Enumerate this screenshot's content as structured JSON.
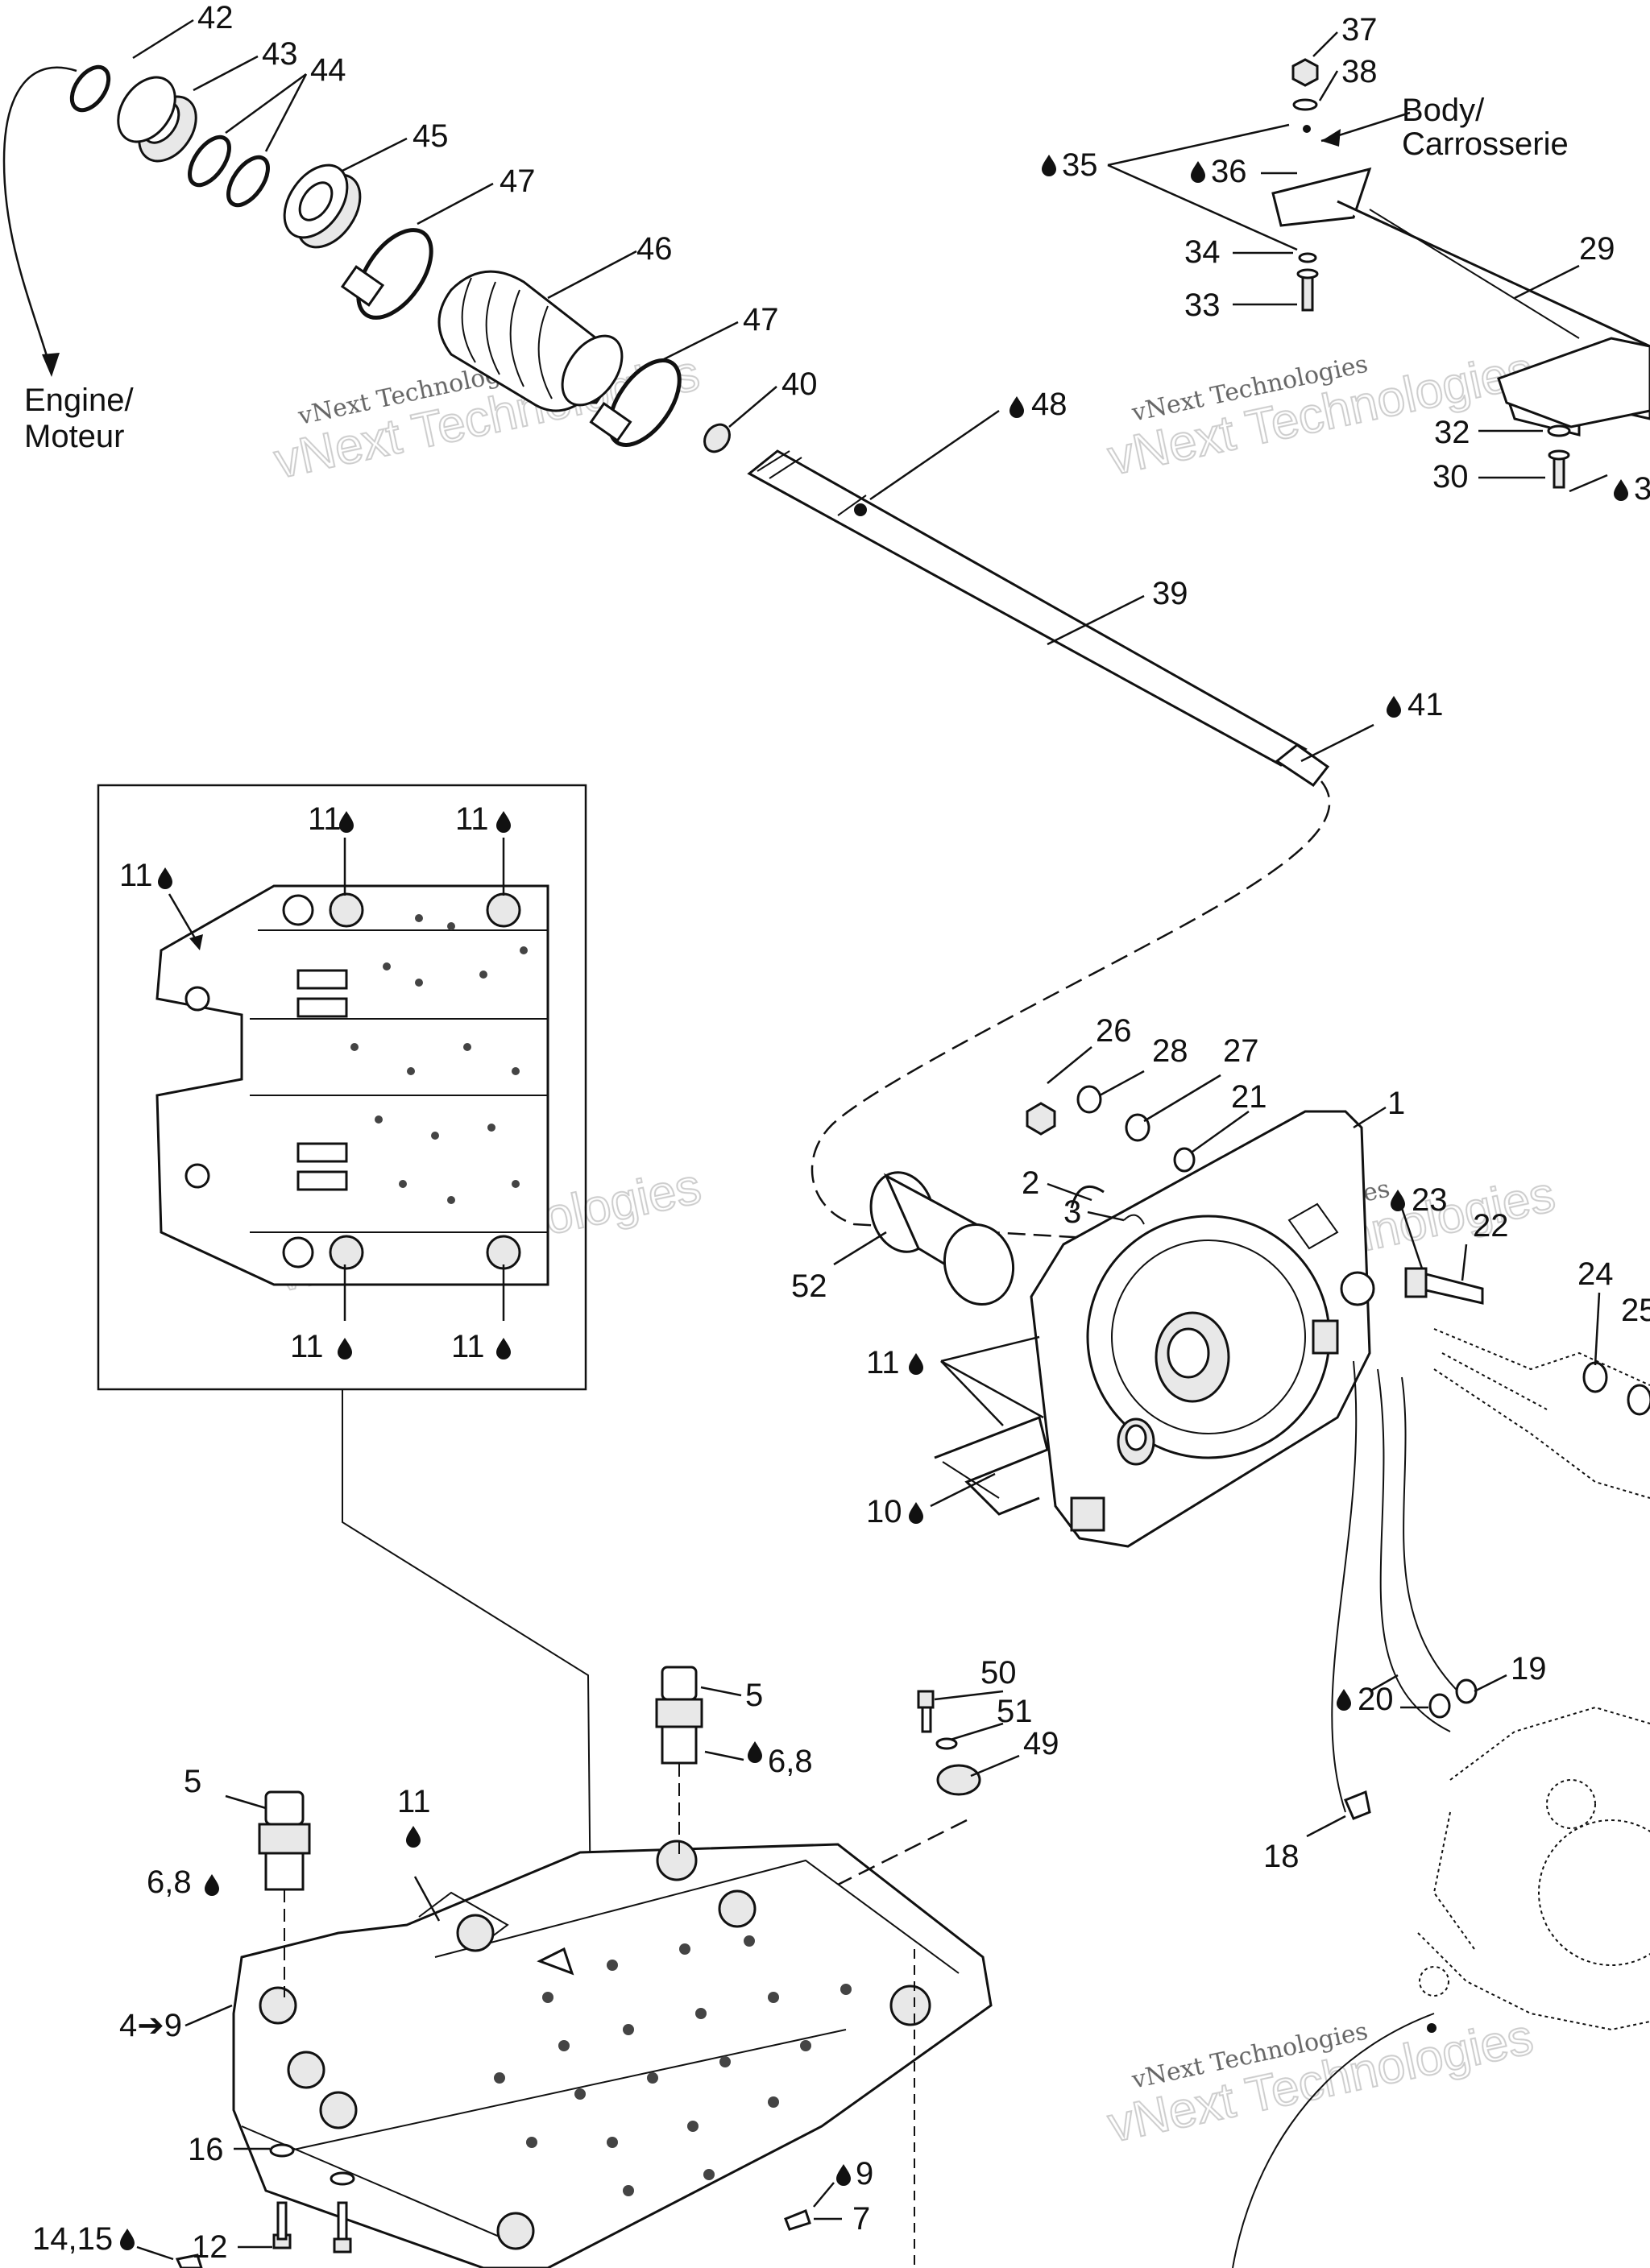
{
  "callouts": {
    "c42": "42",
    "c43": "43",
    "c44": "44",
    "c45": "45",
    "c47a": "47",
    "c46": "46",
    "c47b": "47",
    "c40": "40",
    "c48": "48",
    "c39": "39",
    "c41": "41",
    "c37": "37",
    "c38": "38",
    "c35": "35",
    "c36": "36",
    "c34": "34",
    "c33": "33",
    "c29": "29",
    "c32": "32",
    "c30": "30",
    "c31": "3",
    "c26": "26",
    "c28": "28",
    "c27": "27",
    "c21": "21",
    "c1": "1",
    "c2": "2",
    "c3": "3",
    "c23": "23",
    "c22": "22",
    "c24": "24",
    "c25": "25",
    "c52": "52",
    "c11j": "11",
    "c10": "10",
    "c19": "19",
    "c20": "20",
    "c18": "18",
    "c50": "50",
    "c51": "51",
    "c49": "49",
    "c5a": "5",
    "c68a": "6,8",
    "c5b": "5",
    "c68b": "6,8",
    "c11p": "11",
    "c4_9": "4➔9",
    "c16": "16",
    "c12": "12",
    "c1415": "14,15",
    "c9": "9",
    "c7": "7",
    "inset_tl": "11",
    "inset_tr": "11",
    "inset_l": "11",
    "inset_bl": "11",
    "inset_br": "11"
  },
  "text_labels": {
    "engine_line1": "Engine/",
    "engine_line2": "Moteur",
    "body_line1": "Body/",
    "body_line2": "Carrosserie"
  },
  "watermark": {
    "line1": "vNext Technologies",
    "line2": "vNext Technologies"
  }
}
